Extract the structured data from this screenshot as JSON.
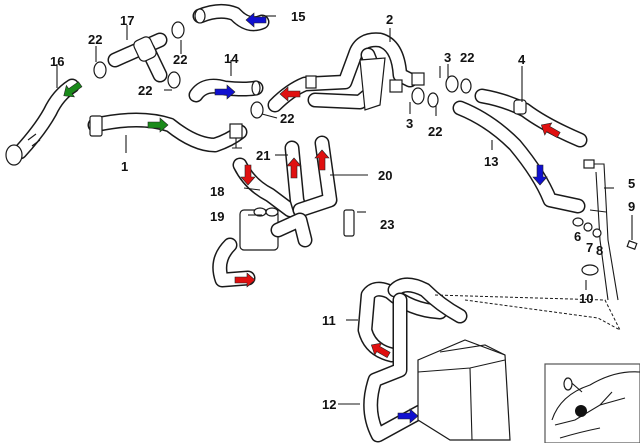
{
  "diagram": {
    "title": "Heater / coolant hose system parts diagram",
    "arrow_colors": {
      "green": "#1a8a1a",
      "blue": "#1010d0",
      "red": "#e01010"
    },
    "callouts": [
      {
        "id": "c1",
        "label": "1"
      },
      {
        "id": "c2",
        "label": "2"
      },
      {
        "id": "c3a",
        "label": "3"
      },
      {
        "id": "c3b",
        "label": "3"
      },
      {
        "id": "c4",
        "label": "4"
      },
      {
        "id": "c5",
        "label": "5"
      },
      {
        "id": "c6",
        "label": "6"
      },
      {
        "id": "c7",
        "label": "7"
      },
      {
        "id": "c8",
        "label": "8"
      },
      {
        "id": "c9",
        "label": "9"
      },
      {
        "id": "c10",
        "label": "10"
      },
      {
        "id": "c11",
        "label": "11"
      },
      {
        "id": "c12",
        "label": "12"
      },
      {
        "id": "c13",
        "label": "13"
      },
      {
        "id": "c14",
        "label": "14"
      },
      {
        "id": "c15",
        "label": "15"
      },
      {
        "id": "c16",
        "label": "16"
      },
      {
        "id": "c17",
        "label": "17"
      },
      {
        "id": "c18",
        "label": "18"
      },
      {
        "id": "c19",
        "label": "19"
      },
      {
        "id": "c20",
        "label": "20"
      },
      {
        "id": "c21",
        "label": "21"
      },
      {
        "id": "c22a",
        "label": "22"
      },
      {
        "id": "c22b",
        "label": "22"
      },
      {
        "id": "c22c",
        "label": "22"
      },
      {
        "id": "c22d",
        "label": "22"
      },
      {
        "id": "c22e",
        "label": "22"
      },
      {
        "id": "c22f",
        "label": "22"
      },
      {
        "id": "c23",
        "label": "23"
      }
    ],
    "flow_arrows": [
      {
        "part": "16",
        "color": "green",
        "direction": "down-left"
      },
      {
        "part": "1",
        "color": "green",
        "direction": "right"
      },
      {
        "part": "15",
        "color": "blue",
        "direction": "left"
      },
      {
        "part": "14",
        "color": "blue",
        "direction": "right"
      },
      {
        "part": "2",
        "color": "red",
        "direction": "left"
      },
      {
        "part": "4",
        "color": "red",
        "direction": "up-left"
      },
      {
        "part": "13",
        "color": "blue",
        "direction": "down"
      },
      {
        "part": "18",
        "color": "red",
        "direction": "down"
      },
      {
        "part": "21",
        "color": "red",
        "direction": "up"
      },
      {
        "part": "20",
        "color": "red",
        "direction": "up"
      },
      {
        "part": "19",
        "color": "red",
        "direction": "right"
      },
      {
        "part": "11",
        "color": "red",
        "direction": "up-left"
      },
      {
        "part": "12",
        "color": "blue",
        "direction": "right"
      }
    ],
    "inset": {
      "subject": "vehicle-location-thumbnail"
    }
  }
}
